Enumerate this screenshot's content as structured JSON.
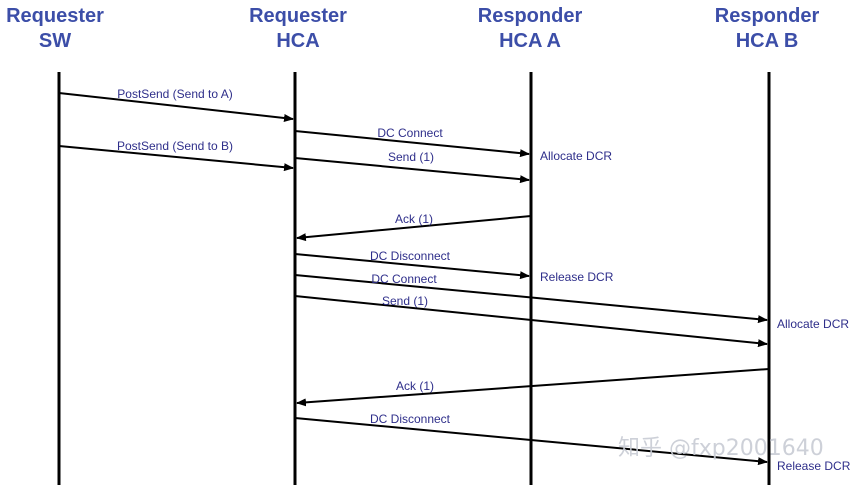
{
  "participants": [
    {
      "line1": "Requester",
      "line2": "SW"
    },
    {
      "line1": "Requester",
      "line2": "HCA"
    },
    {
      "line1": "Responder",
      "line2": "HCA A"
    },
    {
      "line1": "Responder",
      "line2": "HCA B"
    }
  ],
  "messages": [
    {
      "from": 0,
      "to": 1,
      "label": "PostSend (Send to A)"
    },
    {
      "from": 1,
      "to": 2,
      "label": "DC Connect"
    },
    {
      "from": 0,
      "to": 1,
      "label": "PostSend (Send to B)"
    },
    {
      "from": 1,
      "to": 2,
      "label": "Send (1)"
    },
    {
      "from": 2,
      "to": 1,
      "label": "Ack (1)"
    },
    {
      "from": 1,
      "to": 2,
      "label": "DC Disconnect"
    },
    {
      "from": 1,
      "to": 3,
      "label": "DC Connect"
    },
    {
      "from": 1,
      "to": 3,
      "label": "Send (1)"
    },
    {
      "from": 3,
      "to": 1,
      "label": "Ack (1)"
    },
    {
      "from": 1,
      "to": 3,
      "label": "DC Disconnect"
    }
  ],
  "notes": [
    {
      "participant": 2,
      "text": "Allocate DCR"
    },
    {
      "participant": 2,
      "text": "Release DCR"
    },
    {
      "participant": 3,
      "text": "Allocate DCR"
    },
    {
      "participant": 3,
      "text": "Release DCR"
    }
  ],
  "watermark": "知乎 @fxp2001640",
  "colors": {
    "header": "#3c4ea8",
    "label": "#2e2e8a",
    "line": "#000000"
  }
}
